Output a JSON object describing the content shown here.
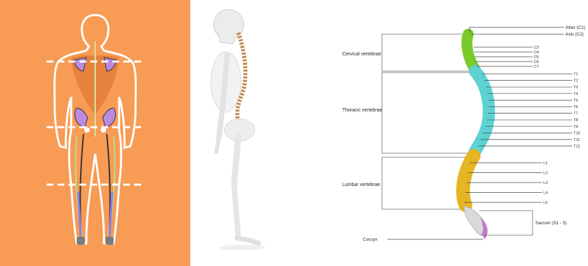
{
  "colors": {
    "body_bg": "#F79B55",
    "outline": "#FFFFFF",
    "bone_marker": "#B98AE0",
    "muscle_shade": "#E07A35",
    "cervical": "#7ACB2A",
    "thoracic": "#5ED2D2",
    "lumbar": "#E5B523",
    "sacrum": "#C37AC8"
  },
  "spine_labels": {
    "groups": {
      "cervical": "Cervical vertebrae",
      "thoracic": "Thoracic vertebrae",
      "lumbar": "Lumbar vertebrae"
    },
    "atlas": "Atlas (C1)",
    "axis": "Axis (C2)",
    "cervical_list": [
      "C3",
      "C4",
      "C5",
      "C6",
      "C7"
    ],
    "thoracic_list": [
      "T1",
      "T2",
      "T3",
      "T4",
      "T5",
      "T6",
      "T7",
      "T8",
      "T9",
      "T10",
      "T11",
      "T12"
    ],
    "lumbar_list": [
      "L1",
      "L2",
      "L3",
      "L4",
      "L5"
    ],
    "sacrum": "Sacrum (S1 - 5)",
    "coccyx": "Coccyx"
  }
}
